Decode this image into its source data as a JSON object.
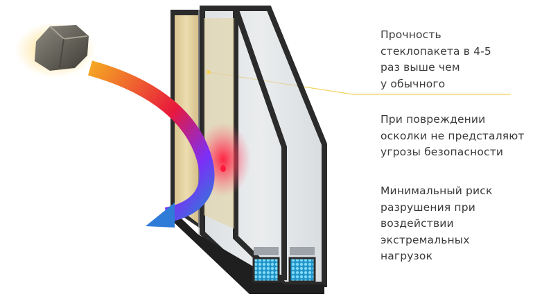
{
  "captions": {
    "strength": [
      "Прочность",
      "стеклопакета в 4-5",
      "раз выше чем",
      "у обычного"
    ],
    "safety": [
      "При повреждении",
      "осколки не предсталяют",
      "угрозы безопасности"
    ],
    "risk": [
      "Минимальный риск",
      "разрушения при",
      "воздействии",
      "экстремальных",
      "нагрузок"
    ]
  },
  "icons": {
    "rock": "rock-icon",
    "impact_arrow": "impact-arrow-icon",
    "impact_point": "impact-point-icon"
  },
  "colors": {
    "text": "#3a3a3a",
    "frame": "#2b2b2b",
    "pointer_line": "#f5d25a",
    "arrow_start": "#f5a623",
    "arrow_mid": "#e8193c",
    "arrow_end": "#2f7bd8",
    "glass": "#c9ced2",
    "spacer_beads": "#3fb8e0",
    "film_tint": "#e3d3a4"
  }
}
